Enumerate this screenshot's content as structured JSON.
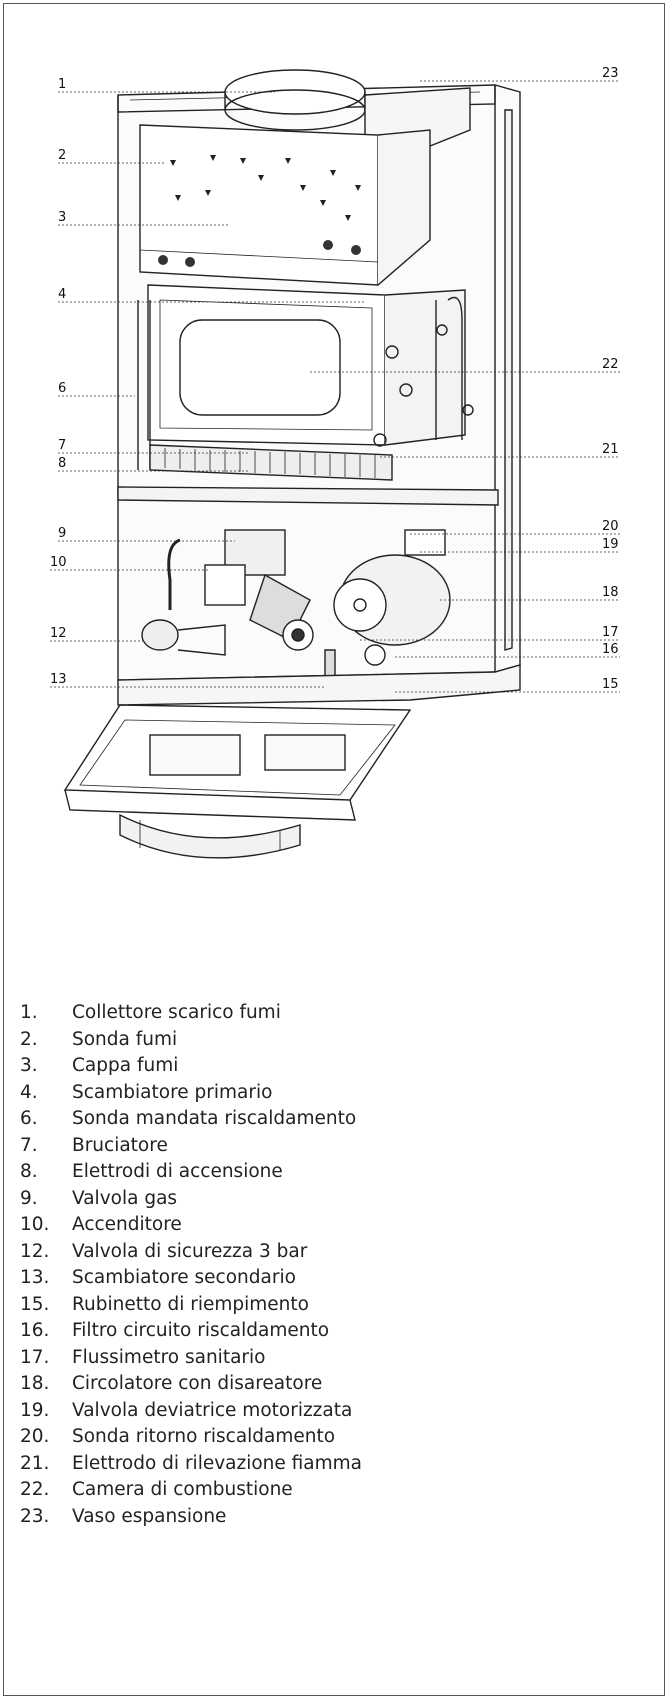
{
  "callouts": {
    "c1": "1",
    "c2": "2",
    "c3": "3",
    "c4": "4",
    "c6": "6",
    "c7": "7",
    "c8": "8",
    "c9": "9",
    "c10": "10",
    "c12": "12",
    "c13": "13",
    "c15": "15",
    "c16": "16",
    "c17": "17",
    "c18": "18",
    "c19": "19",
    "c20": "20",
    "c21": "21",
    "c22": "22",
    "c23": "23"
  },
  "legend": [
    {
      "num": "1.",
      "text": "Collettore scarico fumi"
    },
    {
      "num": "2.",
      "text": "Sonda fumi"
    },
    {
      "num": "3.",
      "text": "Cappa fumi"
    },
    {
      "num": "4.",
      "text": "Scambiatore primario"
    },
    {
      "num": "6.",
      "text": "Sonda mandata riscaldamento"
    },
    {
      "num": "7.",
      "text": "Bruciatore"
    },
    {
      "num": "8.",
      "text": "Elettrodi di accensione"
    },
    {
      "num": "9.",
      "text": "Valvola gas"
    },
    {
      "num": "10.",
      "text": "Accenditore"
    },
    {
      "num": "12.",
      "text": "Valvola di sicurezza 3 bar"
    },
    {
      "num": "13.",
      "text": "Scambiatore secondario"
    },
    {
      "num": "15.",
      "text": "Rubinetto di riempimento"
    },
    {
      "num": "16.",
      "text": "Filtro circuito riscaldamento"
    },
    {
      "num": "17.",
      "text": "Flussimetro sanitario"
    },
    {
      "num": "18.",
      "text": "Circolatore con disareatore"
    },
    {
      "num": "19.",
      "text": "Valvola deviatrice motorizzata"
    },
    {
      "num": "20.",
      "text": "Sonda ritorno riscaldamento"
    },
    {
      "num": "21.",
      "text": "Elettrodo di rilevazione fiamma"
    },
    {
      "num": "22.",
      "text": "Camera di combustione"
    },
    {
      "num": "23.",
      "text": "Vaso espansione"
    }
  ]
}
